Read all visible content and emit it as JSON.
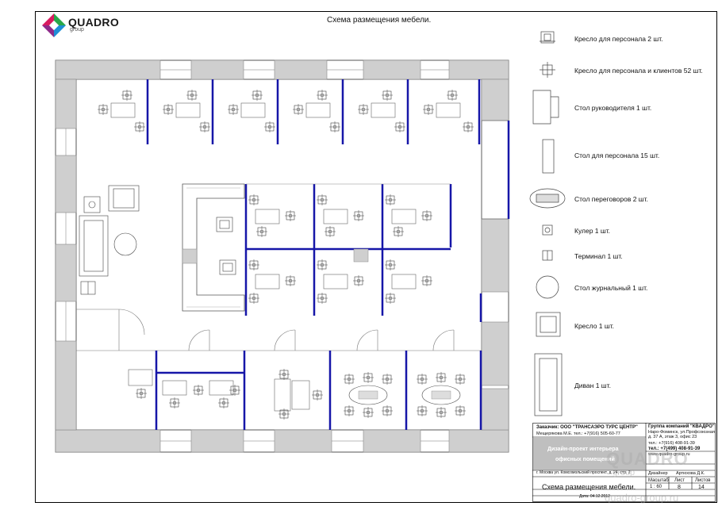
{
  "title": "Схема размещения мебели.",
  "logo": {
    "brand": "QUADRO",
    "sub": "group"
  },
  "legend": [
    {
      "icon": "staff-chair-icon",
      "label": "Кресло для персонала 2 шт."
    },
    {
      "icon": "client-chair-icon",
      "label": "Кресло для персонала и клиентов 52 шт."
    },
    {
      "icon": "manager-desk-icon",
      "label": "Стол руководителя 1 шт."
    },
    {
      "icon": "staff-desk-icon",
      "label": "Стол для персонала 15 шт."
    },
    {
      "icon": "meeting-table-icon",
      "label": "Стол переговоров 2 шт."
    },
    {
      "icon": "cooler-icon",
      "label": "Кулер 1 шт."
    },
    {
      "icon": "terminal-icon",
      "label": "Терминал 1 шт."
    },
    {
      "icon": "coffee-table-icon",
      "label": "Стол журнальный 1 шт."
    },
    {
      "icon": "armchair-icon",
      "label": "Кресло 1 шт."
    },
    {
      "icon": "sofa-icon",
      "label": "Диван 1 шт."
    }
  ],
  "title_block": {
    "customer": "Заказчик: ООО \"ТРАНСАЭРО ТУРС ЦЕНТР\"",
    "contact": "Мещерякова М.Е. тел.: +7(916) 505-60-77",
    "company": "Группа компаний \"КВАДРО\"",
    "address1": "Наро-Фоминск, ул.Профсоюзная",
    "address2": "д. 37 А, этаж 3, офис 23",
    "phone1": "тел.: +7(916) 408-91-39",
    "phone2": "тел.: +7(499) 408-91-39",
    "site": "www.quadro-group.ru",
    "project1": "Дизайн-проект интерьера",
    "project2": "офисных помещений",
    "object_address": "г. Москва ул. Комсомольский проспект, д. 24, стр. 2",
    "designer_label": "Дизайнер",
    "designer_name": "Артюхова Д.К.",
    "scale_label": "Масштаб",
    "sheet_label": "Лист",
    "sheets_label": "Листов",
    "scale": "1 : 60",
    "sheet": "8",
    "sheets": "14",
    "sheet_title": "Схема размещения мебели.",
    "date": "Дата: 04.12.2012"
  },
  "watermark": {
    "brand": "QUADRO",
    "sub": "group",
    "url": "quadro-group.ru"
  },
  "colors": {
    "partition": "#1616a8",
    "wall": "#cccccc",
    "line": "#555555"
  }
}
